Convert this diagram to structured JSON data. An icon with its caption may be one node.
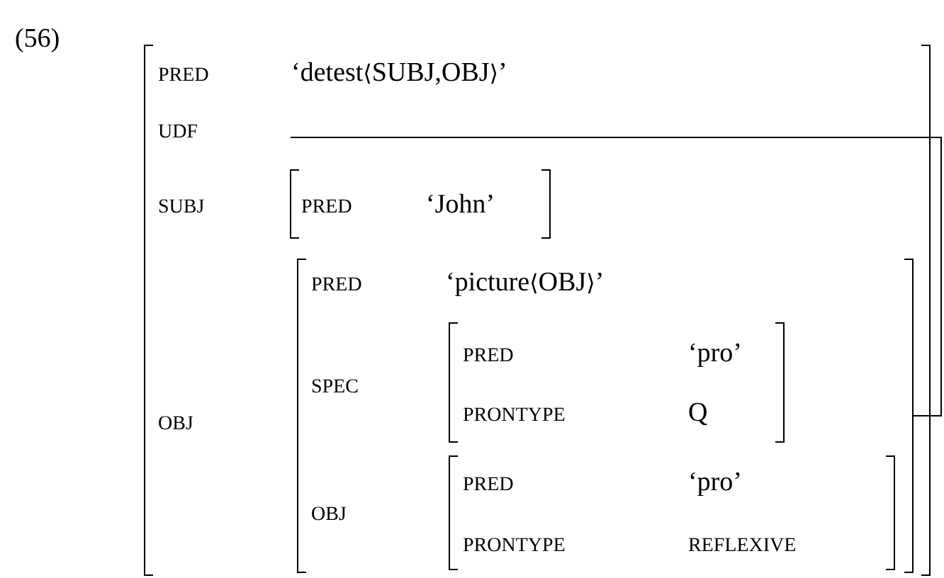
{
  "diagram": {
    "nodes": [
      {
        "text": [
          "PRED",
          "‘detest⟨SUBJ,OBJ⟩’",
          "UDF",
          "SUBJ",
          "OBJ"
        ]
      },
      {
        "text": [
          "PRED",
          "‘John’"
        ],
        "in": 0
      },
      {
        "text": [
          "PRED",
          "‘picture⟨OBJ⟩’",
          "SPEC",
          "OBJ"
        ],
        "in": 0
      },
      {
        "text": [
          "PRED",
          "‘pro’",
          "PRONTYPE",
          "Q"
        ],
        "in": 2
      },
      {
        "text": [
          "PRED",
          "‘pro’",
          "PRONTYPE",
          "REFLEXIVE"
        ],
        "in": 2
      }
    ],
    "edges": [
      {
        "from": null,
        "to": 2,
        "arrow": "none"
      }
    ],
    "labels": [
      "(56)"
    ]
  }
}
